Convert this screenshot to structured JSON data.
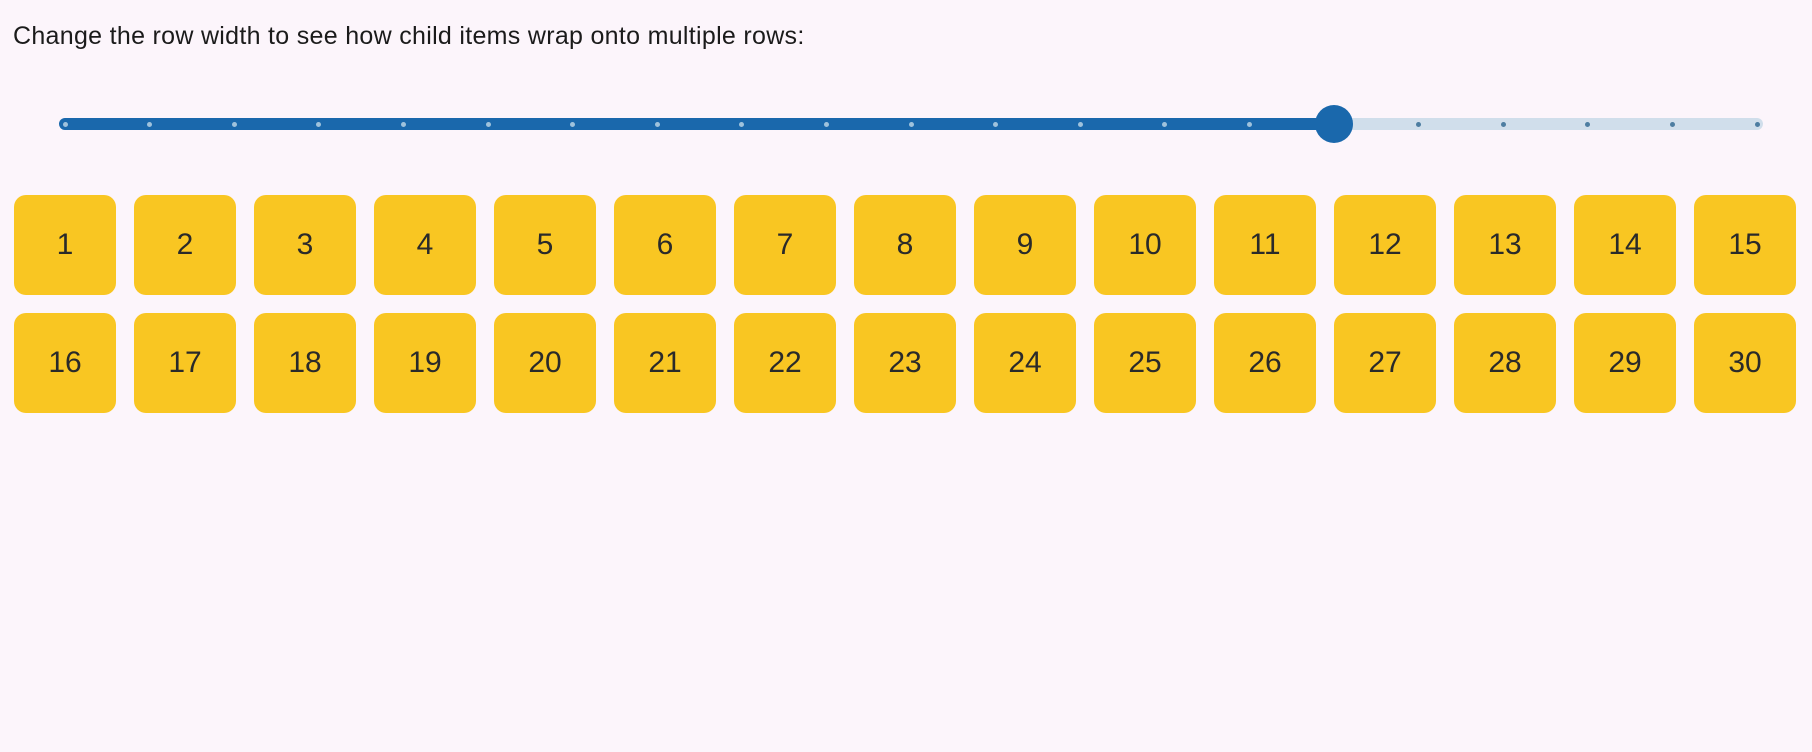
{
  "heading": {
    "text": "Change the row width to see how child items wrap onto multiple rows:"
  },
  "slider": {
    "name": "row-width",
    "min": 0,
    "max": 100,
    "step": 5,
    "value": 75,
    "tick_count": 21
  },
  "grid": {
    "items": [
      "1",
      "2",
      "3",
      "4",
      "5",
      "6",
      "7",
      "8",
      "9",
      "10",
      "11",
      "12",
      "13",
      "14",
      "15",
      "16",
      "17",
      "18",
      "19",
      "20",
      "21",
      "22",
      "23",
      "24",
      "25",
      "26",
      "27",
      "28",
      "29",
      "30"
    ]
  },
  "colors": {
    "background": "#FCF5FB",
    "heading_text": "#1B1B1B",
    "slider_fill": "#1A68AC",
    "slider_track": "#D0DEEB",
    "slider_thumb": "#1A68AC",
    "tick_on_fill": "#9FC2DC",
    "tick_on_track": "#4D7DA1",
    "item_background": "#F9C622",
    "item_text": "#2A2A2A"
  }
}
